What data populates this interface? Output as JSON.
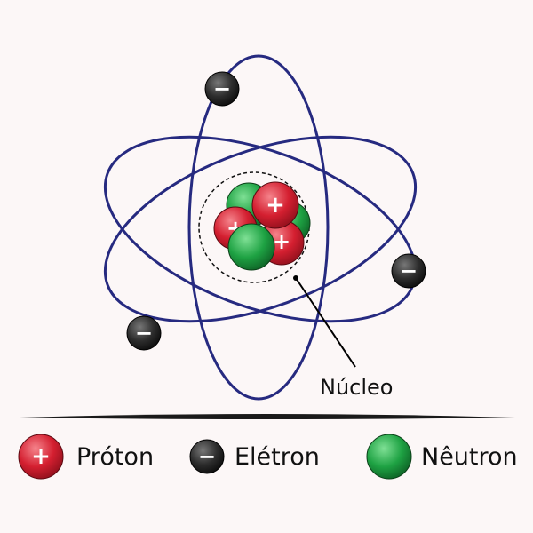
{
  "nucleus_label": "Núcleo",
  "glyphs": {
    "plus": "+",
    "minus": "−"
  },
  "legend": [
    {
      "key": "proton",
      "label": "Próton",
      "glyph": "+"
    },
    {
      "key": "electron",
      "label": "Elétron",
      "glyph": "−"
    },
    {
      "key": "neutron",
      "label": "Nêutron",
      "glyph": ""
    }
  ],
  "colors": {
    "background": "#fcf7f7",
    "orbit": "#262a80",
    "proton": "#d01f2f",
    "proton_highlight": "#f26b75",
    "electron": "#2b2b2b",
    "electron_highlight": "#6b6b6b",
    "neutron": "#1a9a3c",
    "neutron_highlight": "#6fd487",
    "separator": "#1a1a1a"
  }
}
